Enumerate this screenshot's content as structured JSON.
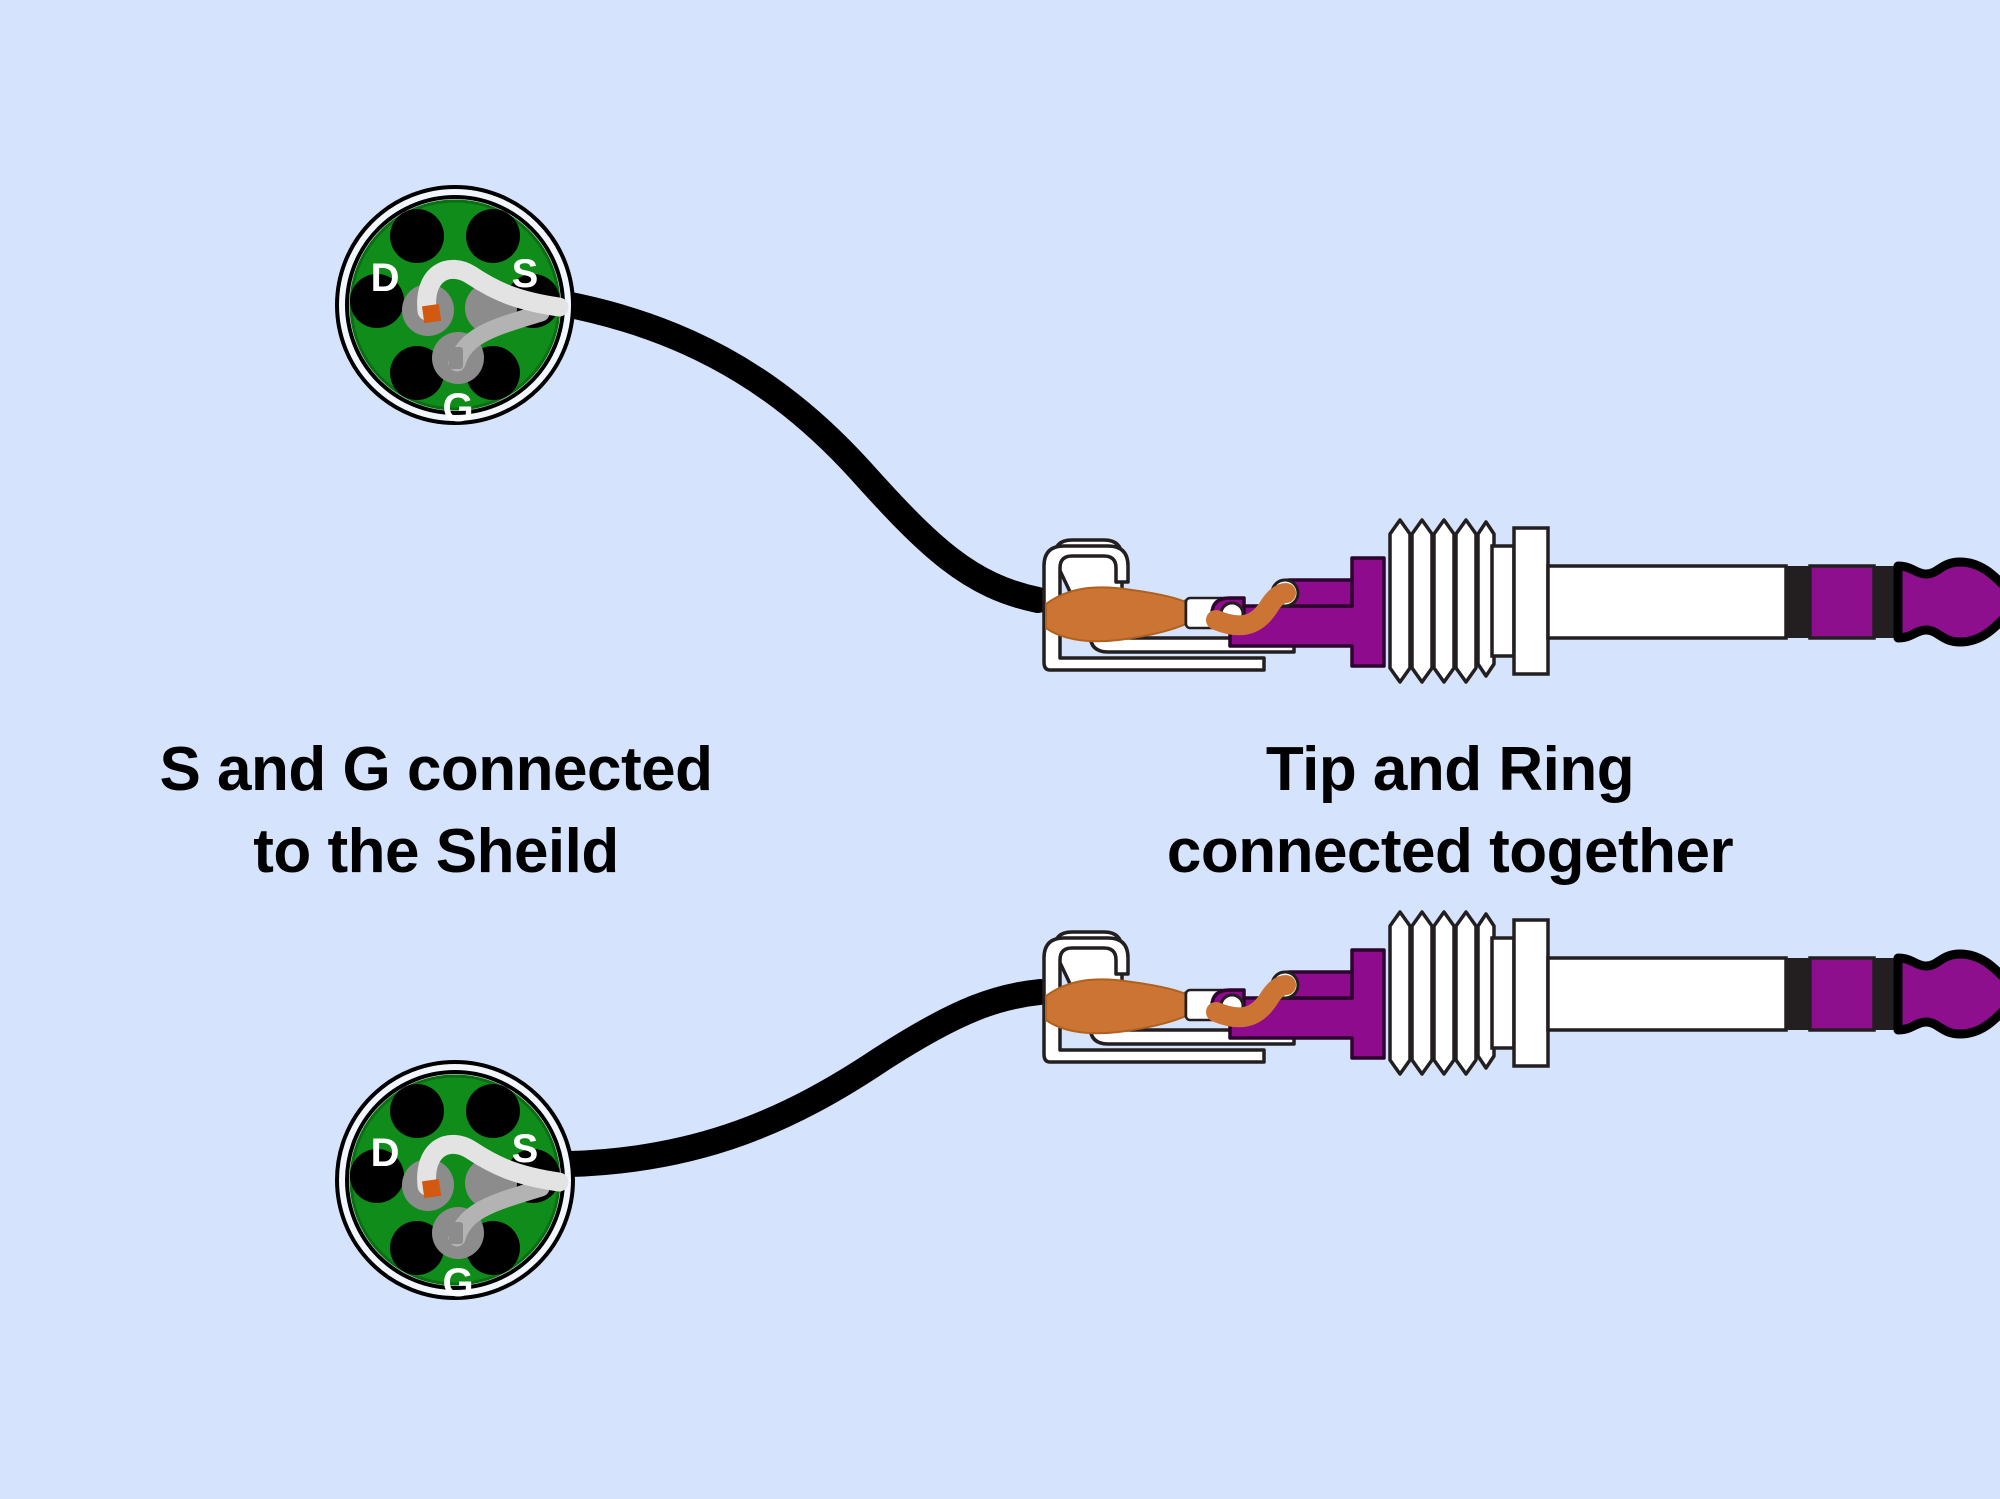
{
  "background_color": "#d6e3fd",
  "palette": {
    "background": "#d6e3fd",
    "din_face_green": "#0f8c19",
    "din_face_green_dark": "#0a6e12",
    "din_shell_white": "#f2f6ff",
    "pin_unused_black": "#000000",
    "pin_used_gray": "#8c8c8c",
    "wire_white": "#e3e3e3",
    "wire_gray": "#b3b3b3",
    "solder_orange": "#d2590f",
    "cable_black": "#000000",
    "plug_purple": "#8e0b8e",
    "plug_tip_purple": "#8e0f8e",
    "plug_body_white": "#ffffff",
    "plug_insulator_black": "#231f20",
    "copper_orange": "#cc7433",
    "label_text": "#000000",
    "pin_label_text": "#ffffff"
  },
  "assemblies": [
    {
      "id": "top",
      "connector": {
        "type": "din-8-pin-connector",
        "pin_labels": [
          "D",
          "S",
          "G"
        ],
        "label_d": "D",
        "label_s": "S",
        "label_g": "G",
        "pins_total": 8,
        "pins_soldered": 3,
        "wires": [
          {
            "name": "shield-wire-white",
            "from": "D",
            "to": "S"
          },
          {
            "name": "ground-wire-gray",
            "from": "G",
            "to": "S"
          }
        ]
      },
      "plug": {
        "type": "trs-quarter-inch-jack-plug",
        "segments": [
          "tip",
          "ring",
          "sleeve"
        ],
        "jumper": {
          "name": "tip-ring-jumper",
          "from": "Tip",
          "to": "Ring"
        }
      }
    },
    {
      "id": "bottom",
      "connector": {
        "type": "din-8-pin-connector",
        "pin_labels": [
          "D",
          "S",
          "G"
        ],
        "label_d": "D",
        "label_s": "S",
        "label_g": "G",
        "pins_total": 8,
        "pins_soldered": 3,
        "wires": [
          {
            "name": "shield-wire-white",
            "from": "D",
            "to": "S"
          },
          {
            "name": "ground-wire-gray",
            "from": "G",
            "to": "S"
          }
        ]
      },
      "plug": {
        "type": "trs-quarter-inch-jack-plug",
        "segments": [
          "tip",
          "ring",
          "sleeve"
        ],
        "jumper": {
          "name": "tip-ring-jumper",
          "from": "Tip",
          "to": "Ring"
        }
      }
    }
  ],
  "captions": {
    "left": {
      "line1": "S and G connected",
      "line2": "to the Sheild"
    },
    "right": {
      "line1": "Tip and Ring",
      "line2": "connected together"
    }
  }
}
